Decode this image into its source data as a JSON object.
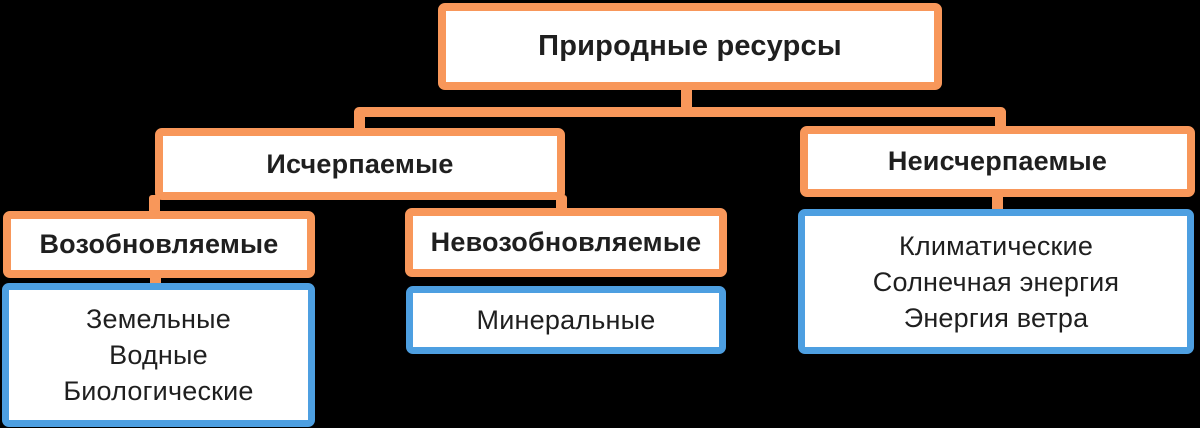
{
  "diagram": {
    "title": "Природные ресурсы",
    "palette": {
      "background": "#000000",
      "category_border_orange": "#F8975A",
      "leaf_border_blue": "#4D9FE1",
      "box_background": "#FFFFFF",
      "text": "#1F1F1F"
    },
    "nodes": {
      "root": {
        "label": "Природные ресурсы"
      },
      "exhaustible": {
        "label": "Исчерпаемые"
      },
      "inexhaustible": {
        "label": "Неисчерпаемые"
      },
      "renewable": {
        "label": "Возобновляемые"
      },
      "nonrenewable": {
        "label": "Невозобновляемые"
      },
      "renewable_items": {
        "lines": [
          "Земельные",
          "Водные",
          "Биологические"
        ]
      },
      "nonrenewable_items": {
        "lines": [
          "Минеральные"
        ]
      },
      "inexhaustible_items": {
        "lines": [
          "Климатические",
          "Солнечная энергия",
          "Энергия ветра"
        ]
      }
    },
    "edges": [
      {
        "from": "root",
        "to": "exhaustible"
      },
      {
        "from": "root",
        "to": "inexhaustible"
      },
      {
        "from": "exhaustible",
        "to": "renewable"
      },
      {
        "from": "exhaustible",
        "to": "nonrenewable"
      },
      {
        "from": "renewable",
        "to": "renewable_items"
      },
      {
        "from": "inexhaustible",
        "to": "inexhaustible_items"
      }
    ]
  }
}
